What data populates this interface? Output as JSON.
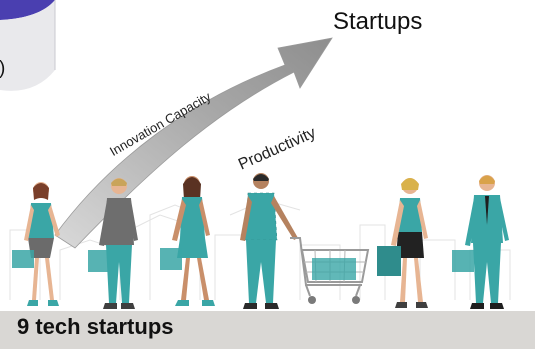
{
  "labels": {
    "startups": "Startups",
    "paren": ")",
    "innovation_capacity": "Innovation Capacity",
    "productivity": "Productivity",
    "footer": "9 tech startups"
  },
  "colors": {
    "arrow": "#8e8e8e",
    "teal": "#3aa6a6",
    "skin": "#e7b593",
    "footer_bg": "#d9d7d4",
    "top_shape": "#4a3fb0"
  },
  "figures": [
    {
      "name": "woman-dress-bag"
    },
    {
      "name": "man-sweater-bag"
    },
    {
      "name": "woman-dark-hair-bag"
    },
    {
      "name": "man-with-shopping-cart"
    },
    {
      "name": "woman-blonde-skirt-bag"
    },
    {
      "name": "man-blazer-bag"
    }
  ]
}
